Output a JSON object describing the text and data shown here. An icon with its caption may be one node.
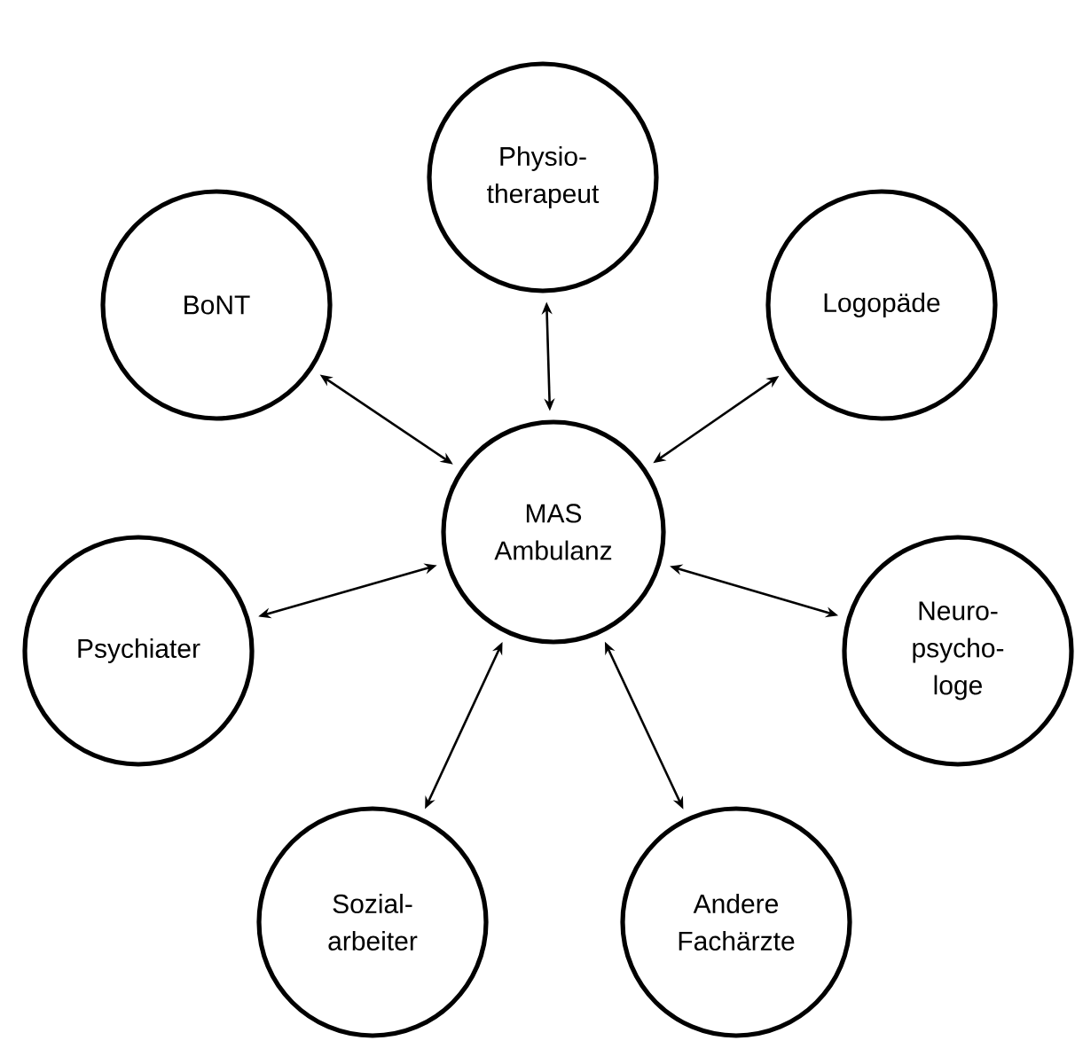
{
  "diagram": {
    "nodes": [
      {
        "text": [
          "MAS Ambulanz"
        ]
      },
      {
        "text": [
          "Physio- therapeut"
        ]
      },
      {
        "text": [
          "BoNT"
        ]
      },
      {
        "text": [
          "Logopäde"
        ]
      },
      {
        "text": [
          "Psychiater"
        ]
      },
      {
        "text": [
          "Neuro- psycho- loge"
        ]
      },
      {
        "text": [
          "Sozial- arbeiter"
        ]
      },
      {
        "text": [
          "Andere Fachärzte"
        ]
      }
    ],
    "edges": [
      {
        "from": 0,
        "to": 1,
        "arrow": "both"
      },
      {
        "from": 0,
        "to": 2,
        "arrow": "both"
      },
      {
        "from": 0,
        "to": 3,
        "arrow": "both"
      },
      {
        "from": 0,
        "to": 4,
        "arrow": "both"
      },
      {
        "from": 0,
        "to": 5,
        "arrow": "both"
      },
      {
        "from": 0,
        "to": 6,
        "arrow": "both"
      },
      {
        "from": 0,
        "to": 7,
        "arrow": "both"
      }
    ]
  }
}
